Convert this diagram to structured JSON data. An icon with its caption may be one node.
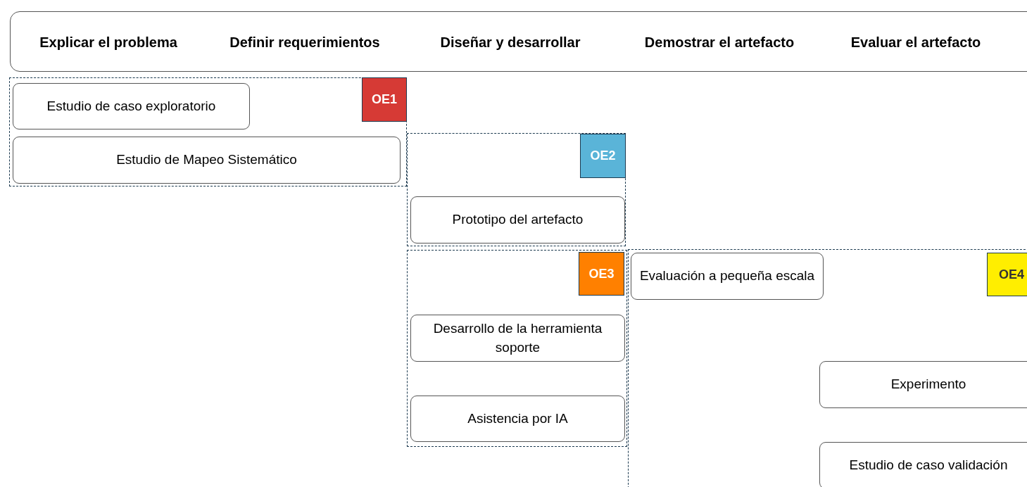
{
  "diagram": {
    "nodes": [
      {
        "text": [
          "Explicar el problema",
          "Definir requerimientos",
          "Diseñar y desarrollar",
          "Demostrar el artefacto",
          "Evaluar el artefacto"
        ]
      },
      {
        "text": [],
        "shape": "box"
      },
      {
        "text": [
          "OE1"
        ],
        "in": 1
      },
      {
        "text": [
          "Estudio de caso exploratorio"
        ],
        "in": 1
      },
      {
        "text": [
          "Estudio de Mapeo Sistemático"
        ],
        "in": 1
      },
      {
        "text": [],
        "shape": "box"
      },
      {
        "text": [
          "OE2"
        ],
        "in": 5
      },
      {
        "text": [
          "Prototipo del artefacto"
        ],
        "in": 5
      },
      {
        "text": [],
        "shape": "box"
      },
      {
        "text": [
          "OE3"
        ],
        "in": 8
      },
      {
        "text": [
          "Desarrollo de la herramienta soporte"
        ],
        "in": 8
      },
      {
        "text": [
          "Asistencia por IA"
        ],
        "in": 8
      },
      {
        "text": [],
        "shape": "box"
      },
      {
        "text": [
          "Evaluación a pequeña escala"
        ],
        "in": 12
      },
      {
        "text": [
          "OE4"
        ],
        "in": 12
      },
      {
        "text": [
          "Experimento"
        ],
        "in": 12
      },
      {
        "text": [
          "Estudio de caso validación"
        ],
        "in": 12
      }
    ],
    "edges": []
  }
}
